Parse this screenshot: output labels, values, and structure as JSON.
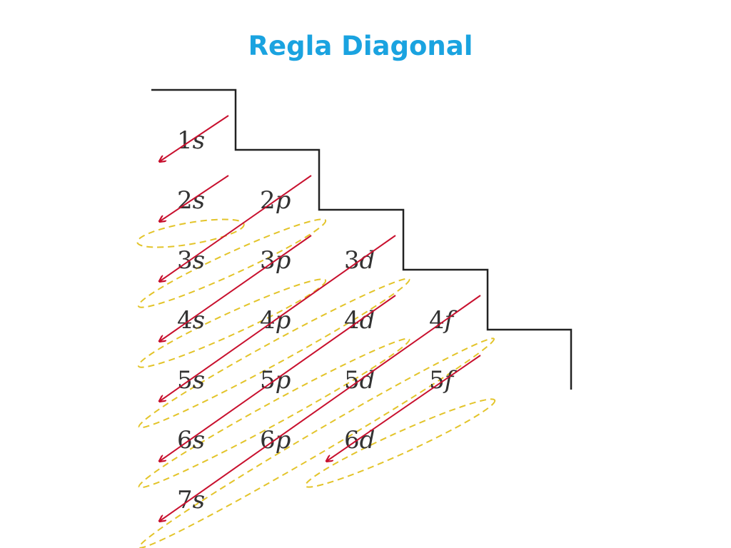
{
  "title": "Regla Diagonal",
  "colors": {
    "title": "#1aa3e0",
    "arrow": "#c8102e",
    "ellipse": "#e3c42a",
    "staircase": "#222222",
    "label": "#333333"
  },
  "orbitals": [
    {
      "id": "1s",
      "number": "1",
      "letter": "s"
    },
    {
      "id": "2s",
      "number": "2",
      "letter": "s"
    },
    {
      "id": "2p",
      "number": "2",
      "letter": "p"
    },
    {
      "id": "3s",
      "number": "3",
      "letter": "s"
    },
    {
      "id": "3p",
      "number": "3",
      "letter": "p"
    },
    {
      "id": "3d",
      "number": "3",
      "letter": "d"
    },
    {
      "id": "4s",
      "number": "4",
      "letter": "s"
    },
    {
      "id": "4p",
      "number": "4",
      "letter": "p"
    },
    {
      "id": "4d",
      "number": "4",
      "letter": "d"
    },
    {
      "id": "4f",
      "number": "4",
      "letter": "f"
    },
    {
      "id": "5s",
      "number": "5",
      "letter": "s"
    },
    {
      "id": "5p",
      "number": "5",
      "letter": "p"
    },
    {
      "id": "5d",
      "number": "5",
      "letter": "d"
    },
    {
      "id": "5f",
      "number": "5",
      "letter": "f"
    },
    {
      "id": "6s",
      "number": "6",
      "letter": "s"
    },
    {
      "id": "6p",
      "number": "6",
      "letter": "p"
    },
    {
      "id": "6d",
      "number": "6",
      "letter": "d"
    },
    {
      "id": "7s",
      "number": "7",
      "letter": "s"
    }
  ],
  "fill_order": [
    "1s",
    "2s",
    "2p",
    "3s",
    "3p",
    "4s",
    "3d",
    "4p",
    "5s",
    "4d",
    "5p",
    "6s",
    "4f",
    "5d",
    "6p",
    "7s",
    "5f",
    "6d"
  ]
}
